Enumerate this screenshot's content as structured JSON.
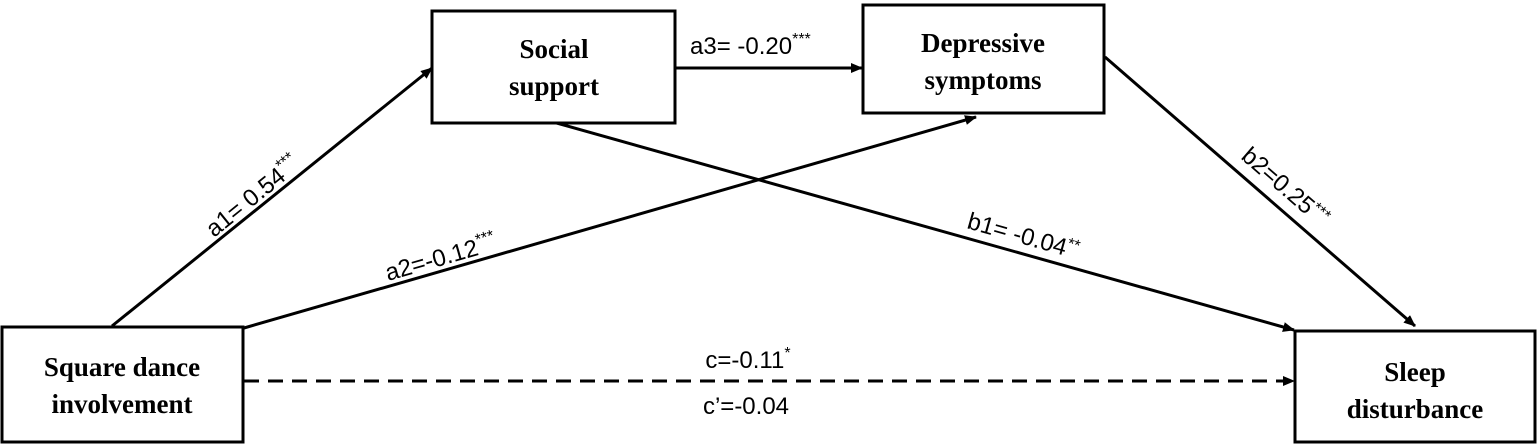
{
  "diagram": {
    "nodes": {
      "square_dance": {
        "line1": "Square dance",
        "line2": "involvement"
      },
      "social_support": {
        "line1": "Social",
        "line2": "support"
      },
      "depressive": {
        "line1": "Depressive",
        "line2": "symptoms"
      },
      "sleep": {
        "line1": "Sleep",
        "line2": "disturbance"
      }
    },
    "paths": {
      "a1": {
        "label": "a1= 0.54",
        "sig": "***"
      },
      "a2": {
        "label": "a2=-0.12",
        "sig": "***"
      },
      "a3": {
        "label": "a3= -0.20",
        "sig": "***"
      },
      "b1": {
        "label": "b1= -0.04",
        "sig": "**"
      },
      "b2": {
        "label": "b2=0.25",
        "sig": "***"
      },
      "c": {
        "label": "c=-0.11",
        "sig": "*"
      },
      "c_prime": {
        "label": "c’=-0.04"
      }
    },
    "colors": {
      "stroke": "#000000",
      "background": "#ffffff"
    }
  }
}
